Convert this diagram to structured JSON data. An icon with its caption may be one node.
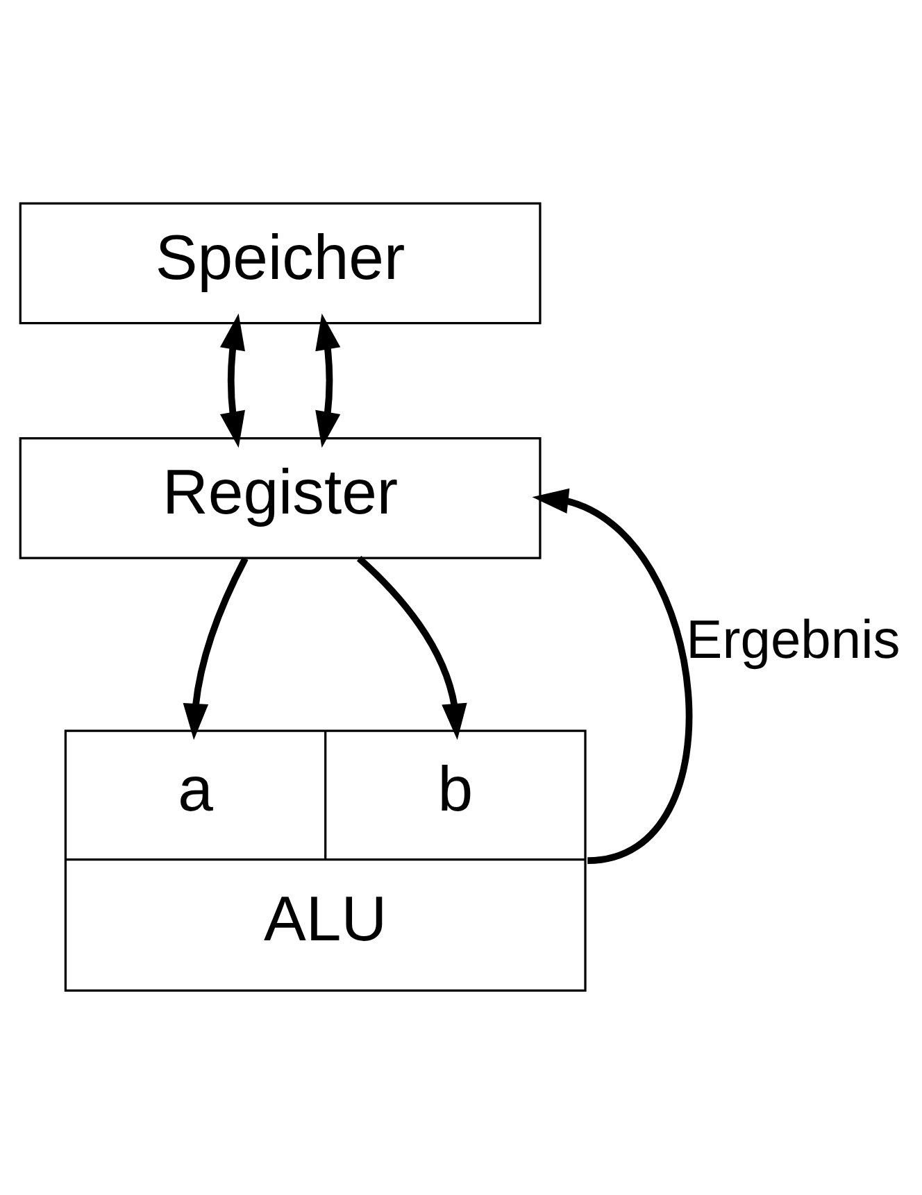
{
  "diagram": {
    "nodes": [
      {
        "text": [
          "Speicher"
        ]
      },
      {
        "text": [
          "Register"
        ]
      },
      {
        "text": [
          "a",
          "b",
          "ALU"
        ]
      }
    ],
    "edges": [
      {
        "from": 0,
        "to": 1,
        "arrow": "both"
      },
      {
        "from": 0,
        "to": 1,
        "arrow": "both"
      },
      {
        "from": 1,
        "to": 2,
        "arrow": "to"
      },
      {
        "from": 1,
        "to": 2,
        "arrow": "to"
      },
      {
        "from": 2,
        "to": 1,
        "arrow": "to",
        "label": "Ergebnis"
      }
    ]
  }
}
